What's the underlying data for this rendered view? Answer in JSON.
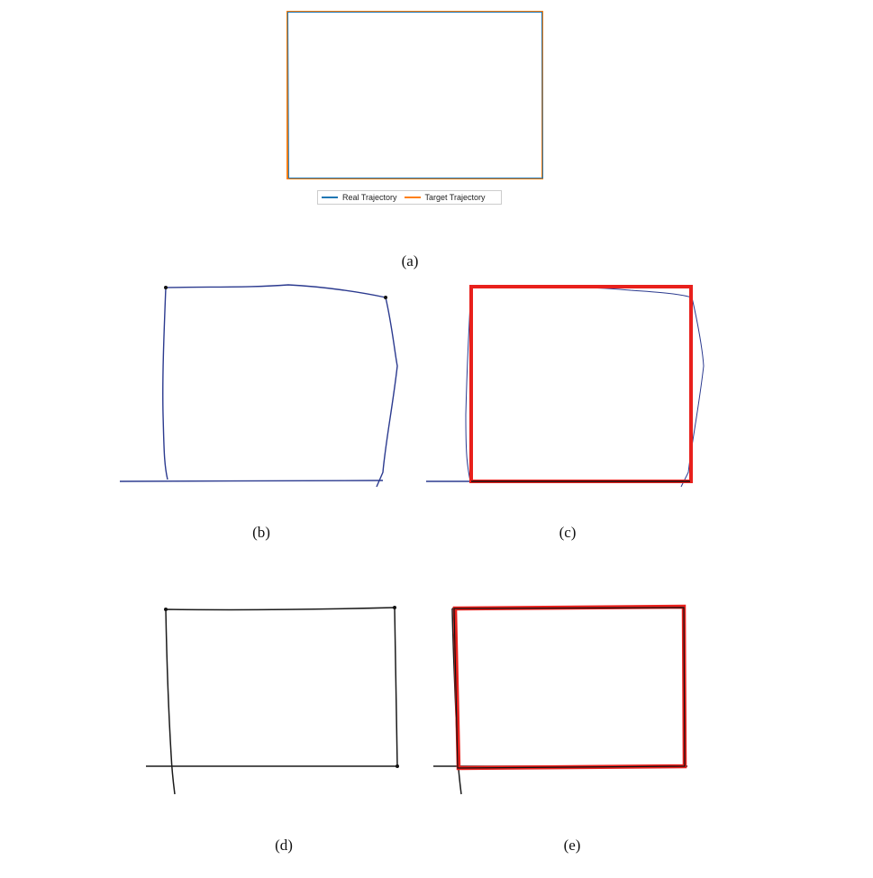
{
  "captions": {
    "a": "(a)",
    "b": "(b)",
    "c": "(c)",
    "d": "(d)",
    "e": "(e)"
  },
  "legend": {
    "real": "Real Trajectory",
    "target": "Target Trajectory"
  },
  "colors": {
    "real": "#1f77b4",
    "target": "#ff7f0e",
    "ink": "#1a1a1a",
    "blue_ink": "#2b3a8f",
    "overlay": "#e8201c"
  }
}
